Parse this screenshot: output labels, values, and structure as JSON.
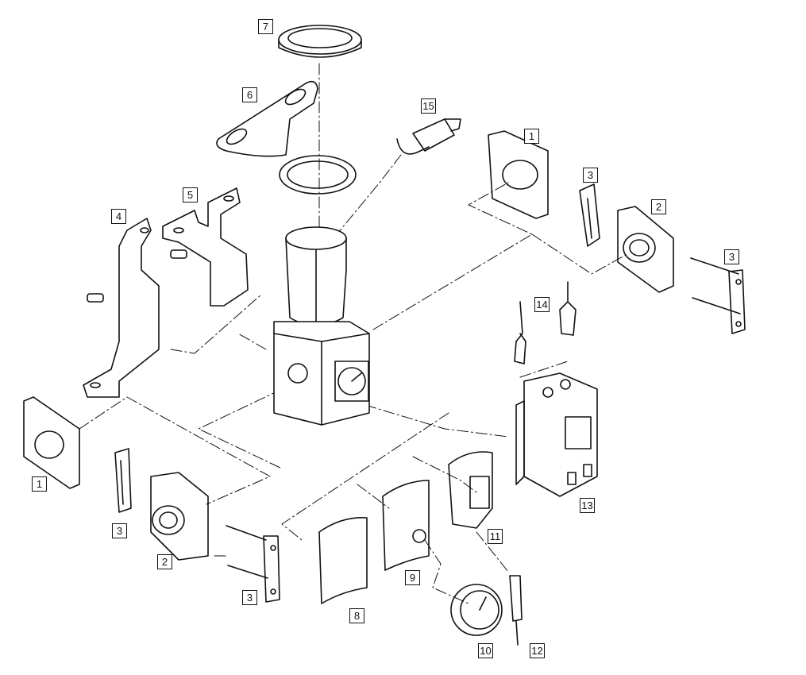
{
  "callouts": {
    "c7": "7",
    "c6": "6",
    "c15": "15",
    "c1_top": "1",
    "c3_top": "3",
    "c2_top": "2",
    "c3_right": "3",
    "c4": "4",
    "c5": "5",
    "c14": "14",
    "c1_left": "1",
    "c3_left": "3",
    "c2_left": "2",
    "c3_bottom": "3",
    "c13": "13",
    "c11": "11",
    "c9": "9",
    "c8": "8",
    "c10": "10",
    "c12": "12"
  },
  "colors": {
    "line": "#111111",
    "fill": "#ffffff",
    "shade": "#e6e6e6"
  }
}
